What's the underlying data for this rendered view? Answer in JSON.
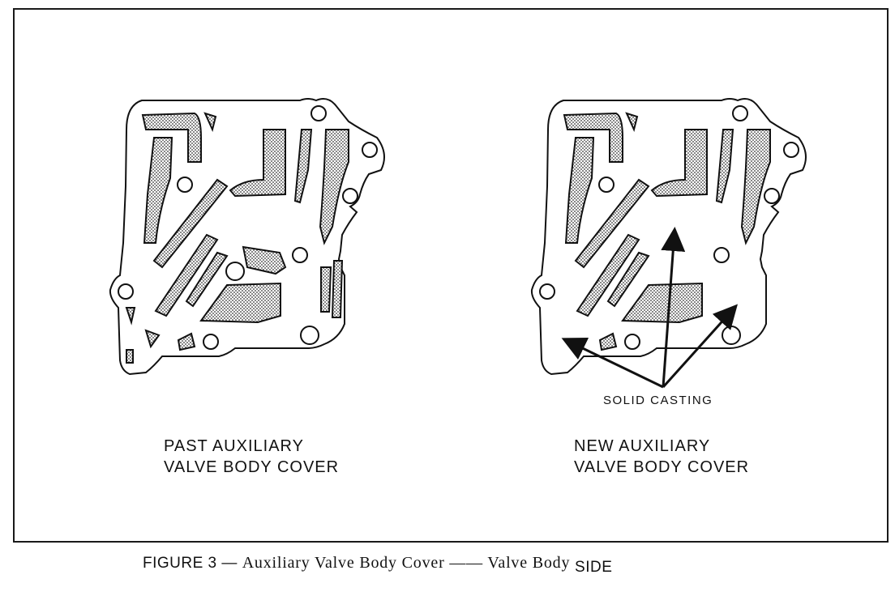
{
  "past_label": "PAST AUXILIARY\nVALVE BODY COVER",
  "new_label": "NEW AUXILIARY\nVALVE BODY COVER",
  "callout": "SOLID CASTING",
  "caption": {
    "figure": "FIGURE 3 — ",
    "title": "Auxiliary Valve Body Cover —— Valve Body ",
    "side": "SIDE"
  },
  "colors": {
    "ink": "#111111",
    "fill": "#8a8a8a"
  }
}
